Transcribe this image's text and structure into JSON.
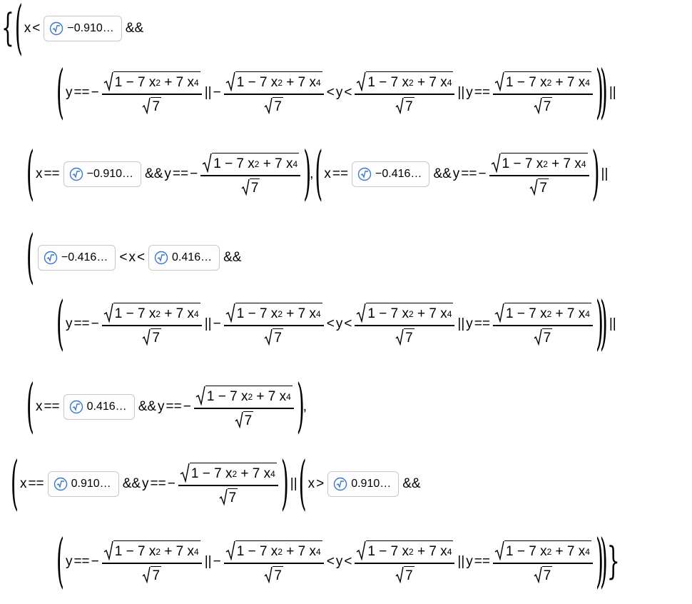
{
  "symbols": {
    "x": "x",
    "y": "y",
    "lt": "<",
    "gt": ">",
    "eq": "==",
    "and": "&&",
    "or": "||",
    "minus": "−",
    "comma": ",",
    "open_brace": "{",
    "close_brace": "}",
    "open_paren": "(",
    "close_paren": ")"
  },
  "expression": {
    "numerator": {
      "one": "1",
      "minus_seven": "− 7",
      "plus_seven": "+ 7",
      "exp_two": "2",
      "exp_four": "4"
    },
    "denominator": "7"
  },
  "chips": {
    "n1": "−0.910…",
    "n2": "−0.416…",
    "n3": "0.416…",
    "n4": "0.910…"
  },
  "icons": {
    "chip_icon": "square-root-icon"
  },
  "colors": {
    "chip_icon": "#3a78c8",
    "chip_border": "#c8c8c8",
    "text": "#000000"
  }
}
